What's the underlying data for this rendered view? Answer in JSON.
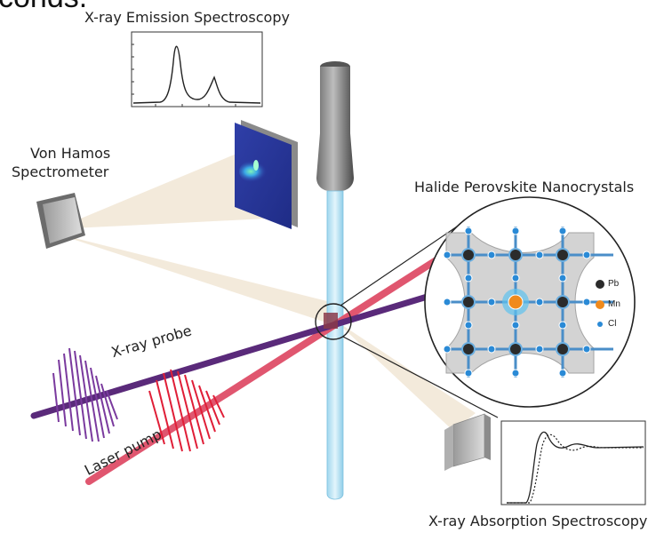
{
  "clipped_top_text": "conds.",
  "xes": {
    "title": "X-ray Emission Spectroscopy"
  },
  "vh": {
    "line1": "Von Hamos",
    "line2": "Spectrometer"
  },
  "nano": {
    "title": "Halide Perovskite Nanocrystals"
  },
  "legend": [
    {
      "label": "Pb",
      "color": "#2b2b2b"
    },
    {
      "label": "Mn",
      "color": "#f08a1c"
    },
    {
      "label": "Cl",
      "color": "#2a8ad6"
    }
  ],
  "beams": {
    "probe": "X-ray probe",
    "pump": "Laser pump"
  },
  "xas": {
    "title": "X-ray Absorption Spectroscopy"
  },
  "colors": {
    "probe": "#5a2a7a",
    "pump": "#e0566f",
    "wave": "#e01e37",
    "jet": "#bfe4f3"
  }
}
